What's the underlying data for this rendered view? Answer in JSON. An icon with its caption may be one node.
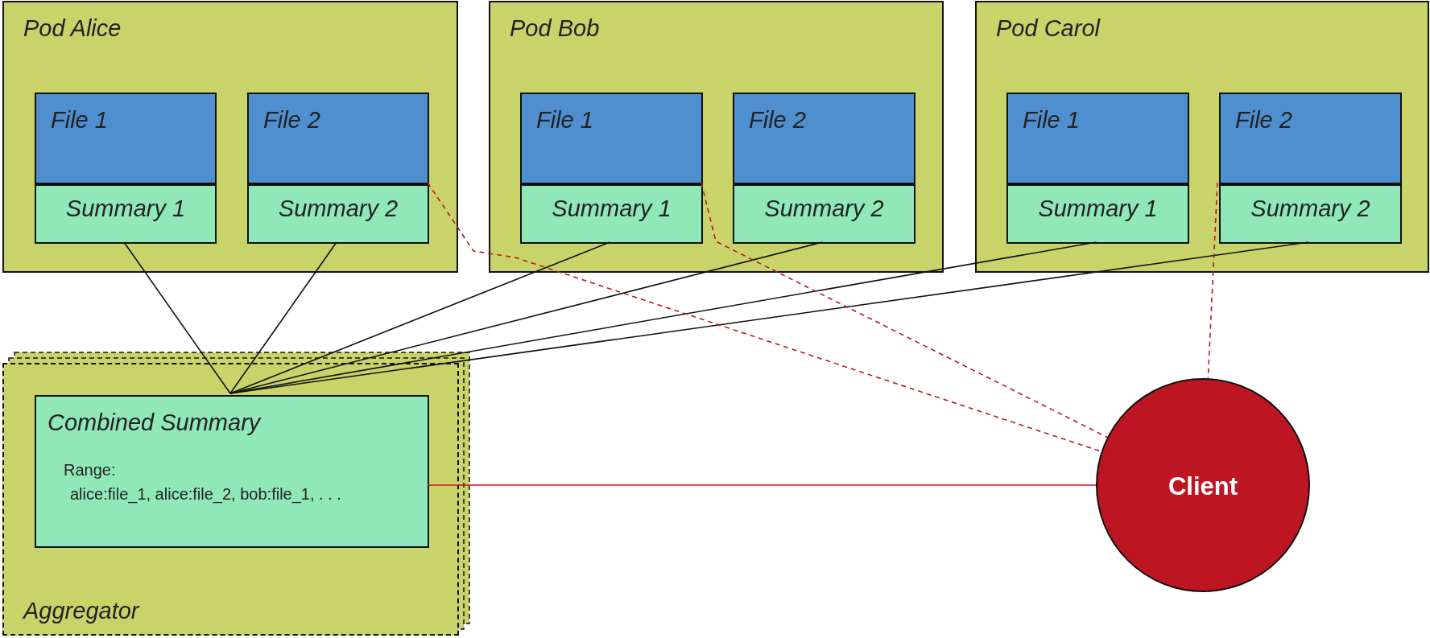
{
  "diagram": {
    "nodes": [
      {
        "text": [
          "Pod Alice"
        ]
      },
      {
        "text": [
          "File 1"
        ],
        "in": 0
      },
      {
        "text": [
          "Summary 1"
        ],
        "in": 0
      },
      {
        "text": [
          "File 2"
        ],
        "in": 0
      },
      {
        "text": [
          "Summary 2"
        ],
        "in": 0
      },
      {
        "text": [
          "Pod Bob"
        ]
      },
      {
        "text": [
          "File 1"
        ],
        "in": 5
      },
      {
        "text": [
          "Summary 1"
        ],
        "in": 5
      },
      {
        "text": [
          "File 2"
        ],
        "in": 5
      },
      {
        "text": [
          "Summary 2"
        ],
        "in": 5
      },
      {
        "text": [
          "Pod Carol"
        ]
      },
      {
        "text": [
          "File 1"
        ],
        "in": 10
      },
      {
        "text": [
          "Summary 1"
        ],
        "in": 10
      },
      {
        "text": [
          "File 2"
        ],
        "in": 10
      },
      {
        "text": [
          "Summary 2"
        ],
        "in": 10
      },
      {
        "text": [
          "Aggregator"
        ]
      },
      {
        "text": [
          "Combined Summary",
          "Range:",
          "alice:file_1, alice:file_2, bob:file_1, . . ."
        ],
        "in": 15
      },
      {
        "text": [
          "Client"
        ]
      }
    ],
    "edges": [
      {
        "from": 2,
        "to": 16,
        "arrow": "none"
      },
      {
        "from": 4,
        "to": 16,
        "arrow": "none"
      },
      {
        "from": 7,
        "to": 16,
        "arrow": "none"
      },
      {
        "from": 9,
        "to": 16,
        "arrow": "none"
      },
      {
        "from": 12,
        "to": 16,
        "arrow": "none"
      },
      {
        "from": 14,
        "to": 16,
        "arrow": "none"
      },
      {
        "from": 16,
        "to": 17,
        "arrow": "none",
        "color": "#bd1622"
      },
      {
        "from": 3,
        "to": 17,
        "arrow": "none",
        "style": "dashed",
        "color": "#bd1622"
      },
      {
        "from": 6,
        "to": 17,
        "arrow": "none",
        "style": "dashed",
        "color": "#bd1622"
      },
      {
        "from": 13,
        "to": 17,
        "arrow": "none",
        "style": "dashed",
        "color": "#bd1622"
      }
    ]
  }
}
